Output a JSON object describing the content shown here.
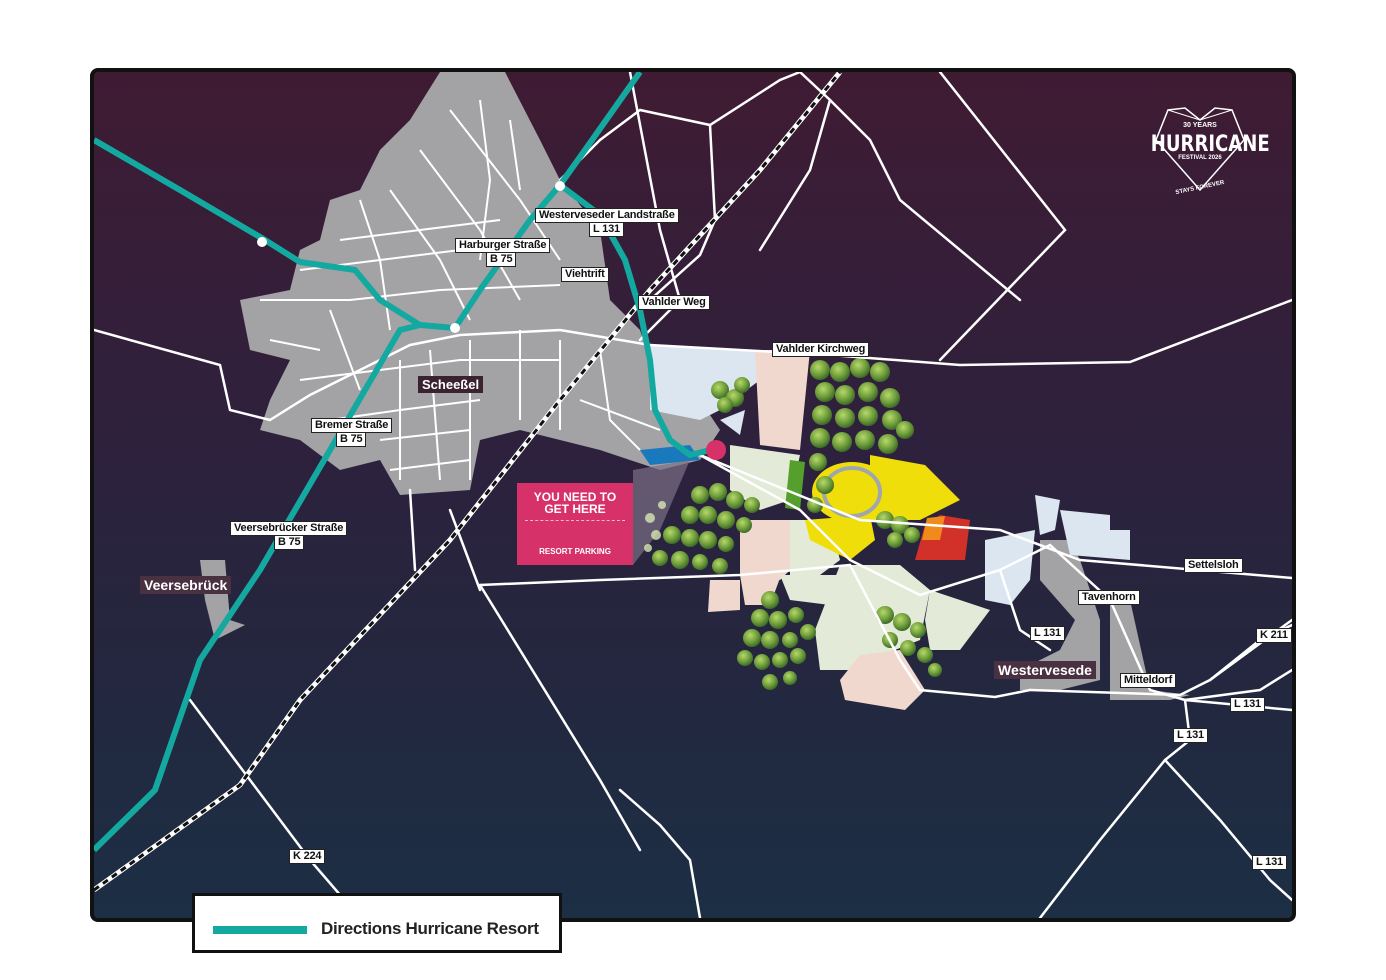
{
  "map": {
    "road_labels": {
      "westerveseder": "Westerveseder Landstraße",
      "l131_top": "L 131",
      "harburger": "Harburger Straße",
      "b75_a": "B 75",
      "viehtrift": "Viehtrift",
      "vahlder_weg": "Vahlder Weg",
      "vahlder_kirchweg": "Vahlder Kirchweg",
      "bremer": "Bremer Straße",
      "b75_b": "B 75",
      "veersebruecker": "Veersebrücker Straße",
      "b75_c": "B 75",
      "settelsloh": "Settelsloh",
      "tavenhorn": "Tavenhorn",
      "l131_mid": "L 131",
      "k211": "K 211",
      "mitteldorf": "Mitteldorf",
      "l131_right": "L 131",
      "l131_low": "L 131",
      "l131_bottom": "L 131",
      "k224": "K 224"
    },
    "places": {
      "scheessel": "Scheeßel",
      "veersebrueck": "Veersebrück",
      "westervesede": "Westervesede"
    },
    "callout": {
      "line1": "YOU NEED TO",
      "line2": "GET HERE",
      "line3": "RESORT PARKING"
    }
  },
  "logo": {
    "top": "30 YEARS",
    "main": "HURRICANE",
    "sub": "FESTIVAL 2026",
    "bottom": "STAYS FOREVER"
  },
  "legend": {
    "label": "Directions Hurricane Resort"
  },
  "colors": {
    "route": "#14a9a0",
    "callout": "#d63169",
    "stage_yellow": "#f0de0b",
    "stage_red": "#d2312a",
    "stage_orange": "#f08a1c",
    "parking_blue": "#1a78bd",
    "town_grey": "#a3a3a6"
  }
}
